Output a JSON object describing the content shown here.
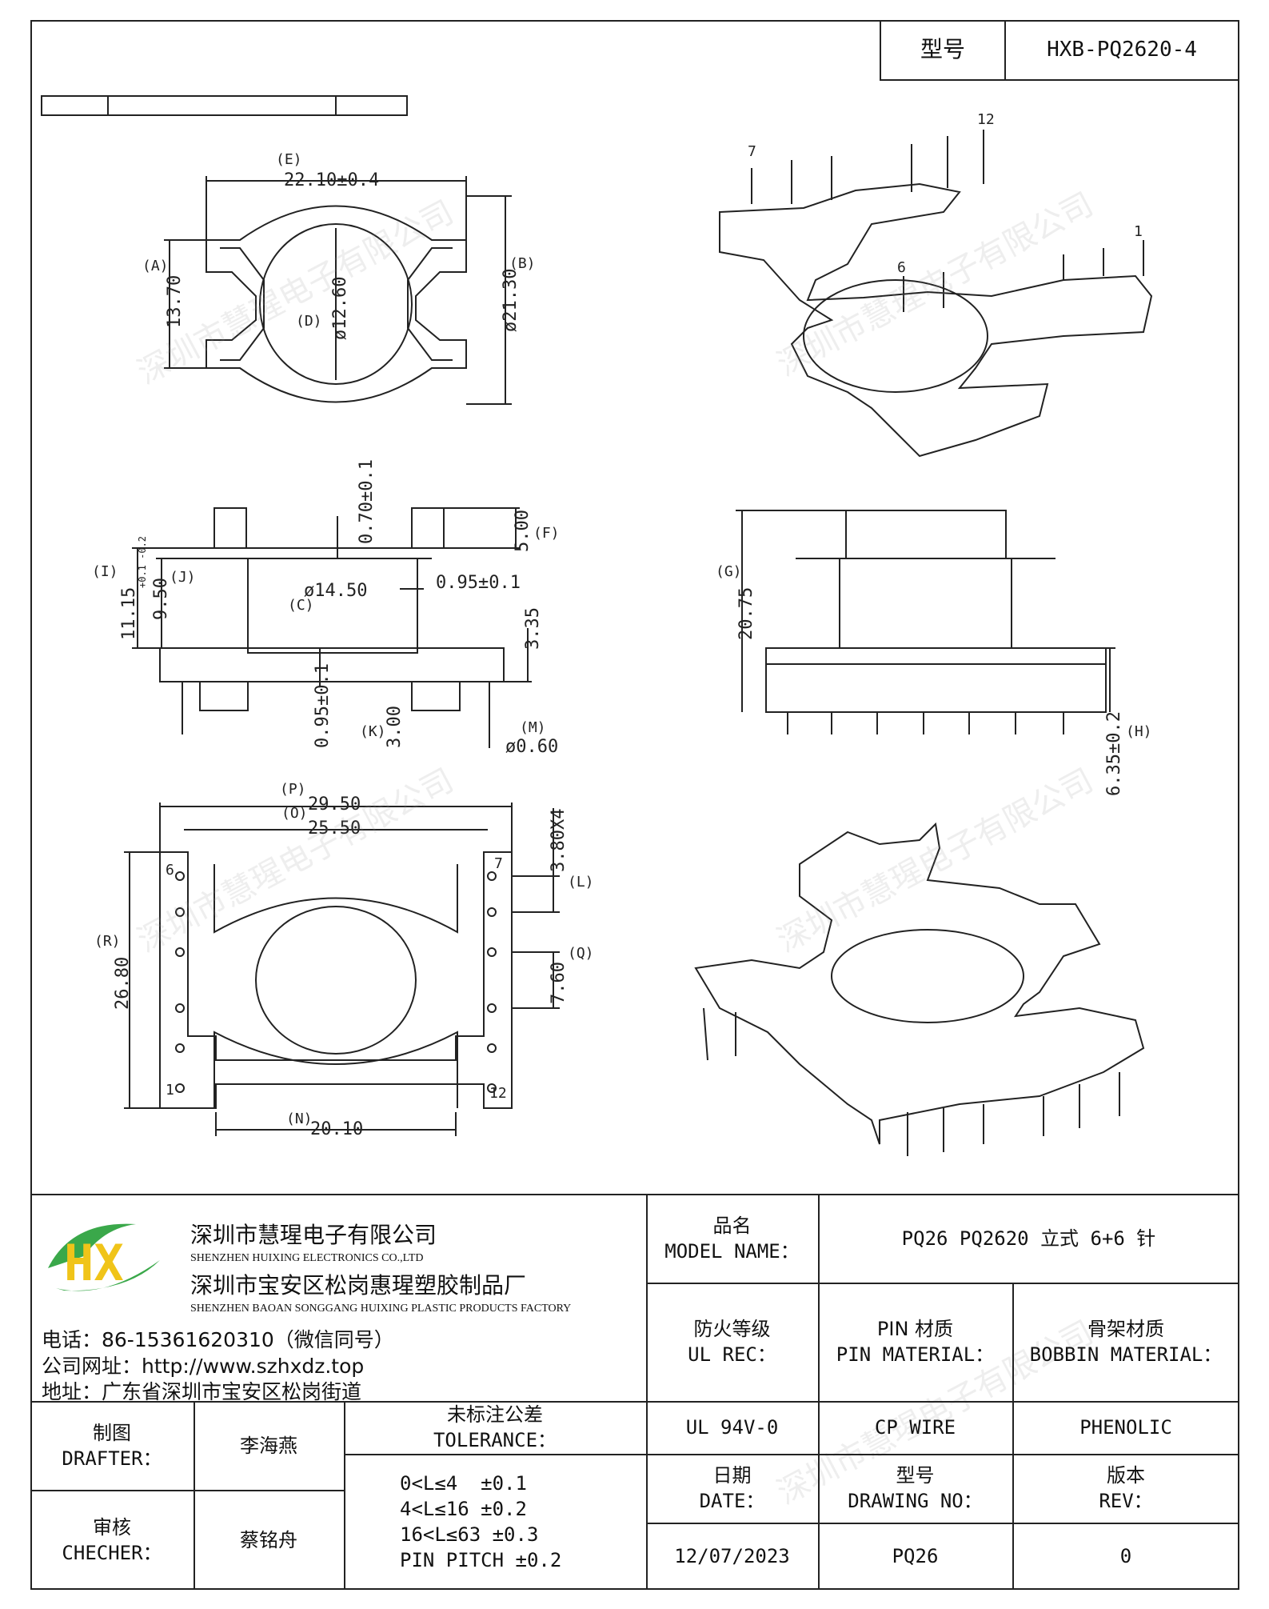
{
  "header": {
    "model_label": "型号",
    "model_value": "HXB-PQ2620-4"
  },
  "drawing": {
    "top_view": {
      "E_label": "(E)",
      "E_value": "22.10±0.4",
      "A_label": "(A)",
      "A_value": "13.70",
      "B_label": "(B)",
      "B_value": "ø21.30",
      "D_label": "(D)",
      "D_value": "ø12.60"
    },
    "side_view": {
      "I_label": "(I)",
      "I_value": "11.15",
      "I_tol": "+0.1 -0.2",
      "J_label": "(J)",
      "J_value": "9.50",
      "top_value": "0.70±0.1",
      "F_label": "(F)",
      "F_value": "5.00",
      "C_label": "(C)",
      "C_value": "ø14.50",
      "right_gap": "0.95±0.1",
      "h335": "3.35",
      "bottom_gap": "0.95±0.1",
      "K_label": "(K)",
      "K_value": "3.00",
      "M_label": "(M)",
      "M_value": "ø0.60"
    },
    "front_view": {
      "G_label": "(G)",
      "G_value": "20.75",
      "H_label": "(H)",
      "H_value": "6.35±0.2"
    },
    "bottom_view": {
      "P_label": "(P)",
      "P_value": "29.50",
      "O_label": "(O)",
      "O_value": "25.50",
      "L_label": "(L)",
      "L_value": "3.80X4",
      "R_label": "(R)",
      "R_value": "26.80",
      "Q_label": "(Q)",
      "Q_value": "7.60",
      "N_label": "(N)",
      "N_value": "20.10",
      "pin6": "6",
      "pin7": "7",
      "pin1": "1",
      "pin12": "12"
    },
    "iso_view": {
      "pin7": "7",
      "pin12": "12",
      "pin6": "6",
      "pin1": "1"
    }
  },
  "company": {
    "logo_text": "HX",
    "name_cn": "深圳市慧瑆电子有限公司",
    "name_en": "SHENZHEN HUIXING ELECTRONICS CO.,LTD",
    "factory_cn": "深圳市宝安区松岗惠瑆塑胶制品厂",
    "factory_en": "SHENZHEN BAOAN SONGGANG HUIXING PLASTIC PRODUCTS FACTORY",
    "phone": "电话：86-15361620310（微信同号）",
    "website": "公司网址：http://www.szhxdz.top",
    "address": "地址：广东省深圳市宝安区松岗街道",
    "watermark": "深圳市慧瑆电子有限公司"
  },
  "title_block": {
    "model_name_cn": "品名",
    "model_name_en": "MODEL NAME：",
    "model_name_value": "PQ26 PQ2620 立式 6+6 针",
    "ul_cn": "防火等级",
    "ul_en": "UL REC：",
    "ul_value": "UL 94V-0",
    "pin_cn": "PIN 材质",
    "pin_en": "PIN MATERIAL：",
    "pin_value": "CP WIRE",
    "bobbin_cn": "骨架材质",
    "bobbin_en": "BOBBIN MATERIAL：",
    "bobbin_value": "PHENOLIC",
    "drafter_cn": "制图",
    "drafter_en": "DRAFTER：",
    "drafter_value": "李海燕",
    "checker_cn": "审核",
    "checker_en": "CHECHER：",
    "checker_value": "蔡铭舟",
    "tolerance_cn": "未标注公差",
    "tolerance_en": "TOLERANCE：",
    "tolerance_rows": [
      "0<L≤4  ±0.1",
      "4<L≤16 ±0.2",
      "16<L≤63 ±0.3",
      "PIN PITCH ±0.2"
    ],
    "date_cn": "日期",
    "date_en": "DATE：",
    "date_value": "12/07/2023",
    "drawing_no_cn": "型号",
    "drawing_no_en": "DRAWING NO：",
    "drawing_no_value": "PQ26",
    "rev_cn": "版本",
    "rev_en": "REV：",
    "rev_value": "0"
  }
}
